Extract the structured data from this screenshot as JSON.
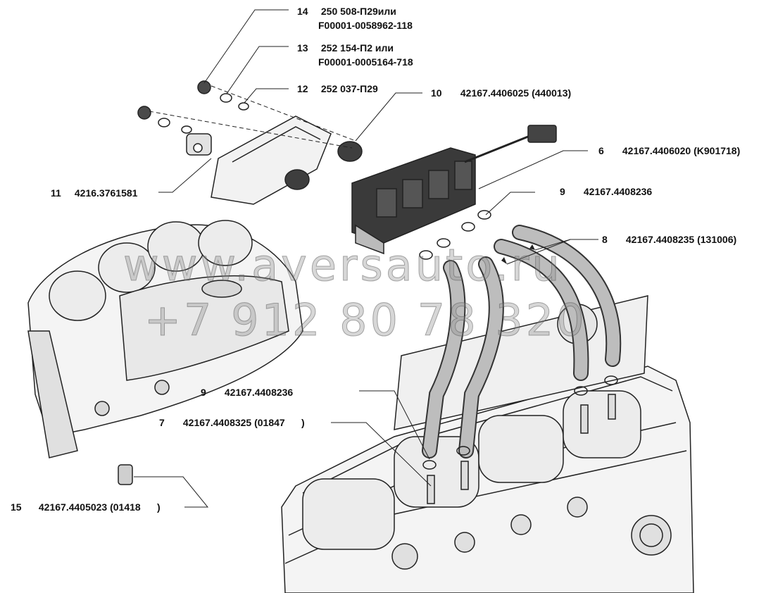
{
  "callouts": [
    {
      "id": "14",
      "part": "250 508-П29или",
      "alt": "F00001-0058962-118"
    },
    {
      "id": "13",
      "part": "252 154-П2 или",
      "alt": "F00001-0005164-718"
    },
    {
      "id": "12",
      "part": "252 037-П29"
    },
    {
      "id": "10",
      "part": "42167.4406025 (440013)"
    },
    {
      "id": "6",
      "part": "42167.4406020 (K901718)"
    },
    {
      "id": "11",
      "part": "4216.3761581"
    },
    {
      "id": "9",
      "part": "42167.4408236"
    },
    {
      "id": "8",
      "part": "42167.4408235 (131006)"
    },
    {
      "id": "9",
      "part": "42167.4408236"
    },
    {
      "id": "7",
      "part": "42167.4408325 (01847      )"
    },
    {
      "id": "15",
      "part": "42167.4405023 (01418      )"
    }
  ],
  "watermark": {
    "site": "www.aversauto.ru",
    "phone": "+7 912 80 78 320"
  }
}
